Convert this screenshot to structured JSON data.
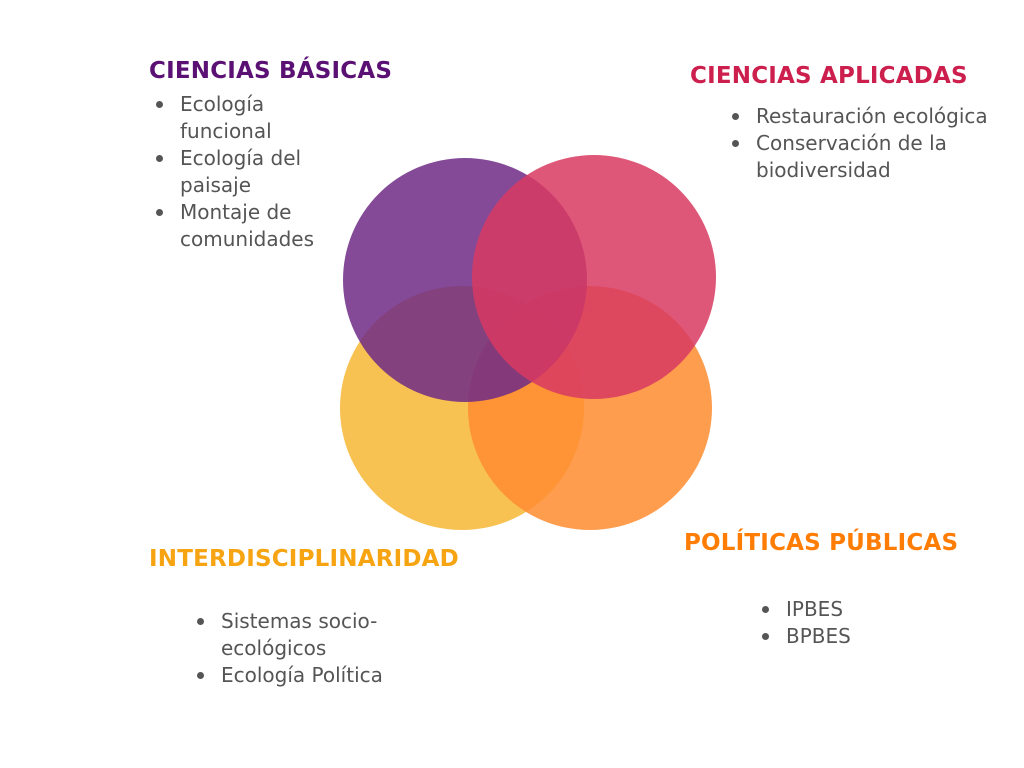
{
  "colors": {
    "purple": "#814192",
    "pink": "#DC4F6F",
    "yellow": "#F7BF48",
    "orange": "#FF9A45",
    "heading_basicas": "#5B1074",
    "heading_aplicadas": "#CC1F4D",
    "heading_inter": "#F7A412",
    "heading_politicas": "#FF7D05",
    "list_text": "#555555"
  },
  "quadrants": {
    "basicas": {
      "title": "CIENCIAS BÁSICAS",
      "items": [
        "Ecología funcional",
        "Ecología del paisaje",
        "Montaje de comunidades"
      ]
    },
    "aplicadas": {
      "title": "CIENCIAS APLICADAS",
      "items": [
        "Restauración ecológica",
        "Conservación de la biodiversidad"
      ]
    },
    "inter": {
      "title": "INTERDISCIPLINARIDAD",
      "items": [
        "Sistemas socio-ecológicos",
        "Ecología Política"
      ]
    },
    "politicas": {
      "title": "POLÍTICAS PÚBLICAS",
      "items": [
        "IPBES",
        "BPBES"
      ]
    }
  }
}
